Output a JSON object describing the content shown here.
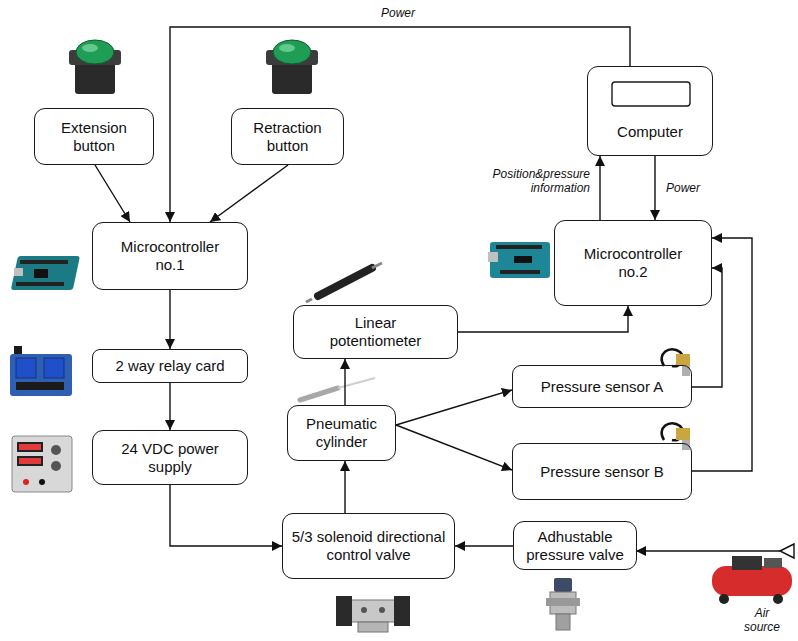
{
  "diagram": {
    "nodes": [
      {
        "text": [
          "Extension button"
        ]
      },
      {
        "text": [
          "Retraction button"
        ]
      },
      {
        "text": [
          "Computer"
        ]
      },
      {
        "text": [
          "Microcontroller no.1"
        ]
      },
      {
        "text": [
          "Microcontroller no.2"
        ]
      },
      {
        "text": [
          "Linear potentiometer"
        ]
      },
      {
        "text": [
          "2 way relay card"
        ]
      },
      {
        "text": [
          "Pressure sensor A"
        ]
      },
      {
        "text": [
          "Pneumatic cylinder"
        ]
      },
      {
        "text": [
          "24 VDC power supply"
        ]
      },
      {
        "text": [
          "Pressure sensor B"
        ]
      },
      {
        "text": [
          "5/3 solenoid directional control valve"
        ]
      },
      {
        "text": [
          "Adhustable pressure valve"
        ]
      }
    ],
    "edges": [
      {
        "from": 0,
        "to": 3,
        "arrow": "to"
      },
      {
        "from": 1,
        "to": 3,
        "arrow": "to"
      },
      {
        "from": 2,
        "to": 3,
        "label": "Power",
        "arrow": "to"
      },
      {
        "from": 4,
        "to": 2,
        "label": "Position&pressure information",
        "arrow": "to"
      },
      {
        "from": 2,
        "to": 4,
        "label": "Power",
        "arrow": "to"
      },
      {
        "from": 3,
        "to": 6,
        "arrow": "to"
      },
      {
        "from": 6,
        "to": 9,
        "arrow": "to"
      },
      {
        "from": 9,
        "to": 11,
        "arrow": "to"
      },
      {
        "from": 12,
        "to": 11,
        "arrow": "to"
      },
      {
        "from": 11,
        "to": 8,
        "arrow": "to"
      },
      {
        "from": 8,
        "to": 5,
        "arrow": "to"
      },
      {
        "from": 8,
        "to": 7,
        "arrow": "to"
      },
      {
        "from": 8,
        "to": 10,
        "arrow": "to"
      },
      {
        "from": 5,
        "to": 4,
        "arrow": "to"
      },
      {
        "from": 7,
        "to": 4,
        "arrow": "to"
      },
      {
        "from": 10,
        "to": 4,
        "arrow": "to"
      }
    ],
    "labels": [
      "Air source"
    ]
  }
}
